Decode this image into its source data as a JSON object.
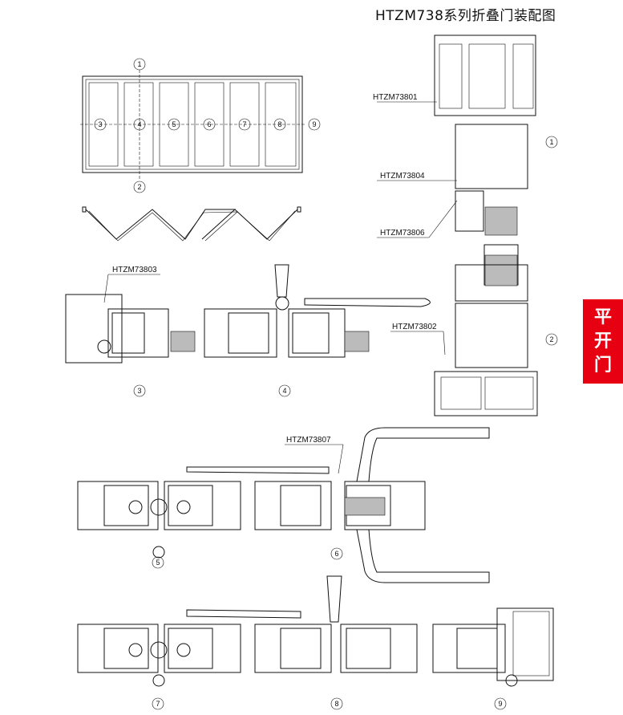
{
  "title": "HTZM738系列折叠门装配图",
  "side_tab": [
    "平",
    "开",
    "门"
  ],
  "profiles": {
    "p73801": "HTZM73801",
    "p73804": "HTZM73804",
    "p73806": "HTZM73806",
    "p73802": "HTZM73802",
    "p73803": "HTZM73803",
    "p73807": "HTZM73807"
  },
  "markers": [
    "1",
    "2",
    "3",
    "4",
    "5",
    "6",
    "7",
    "8",
    "9"
  ],
  "colors": {
    "accent": "#e60012"
  }
}
